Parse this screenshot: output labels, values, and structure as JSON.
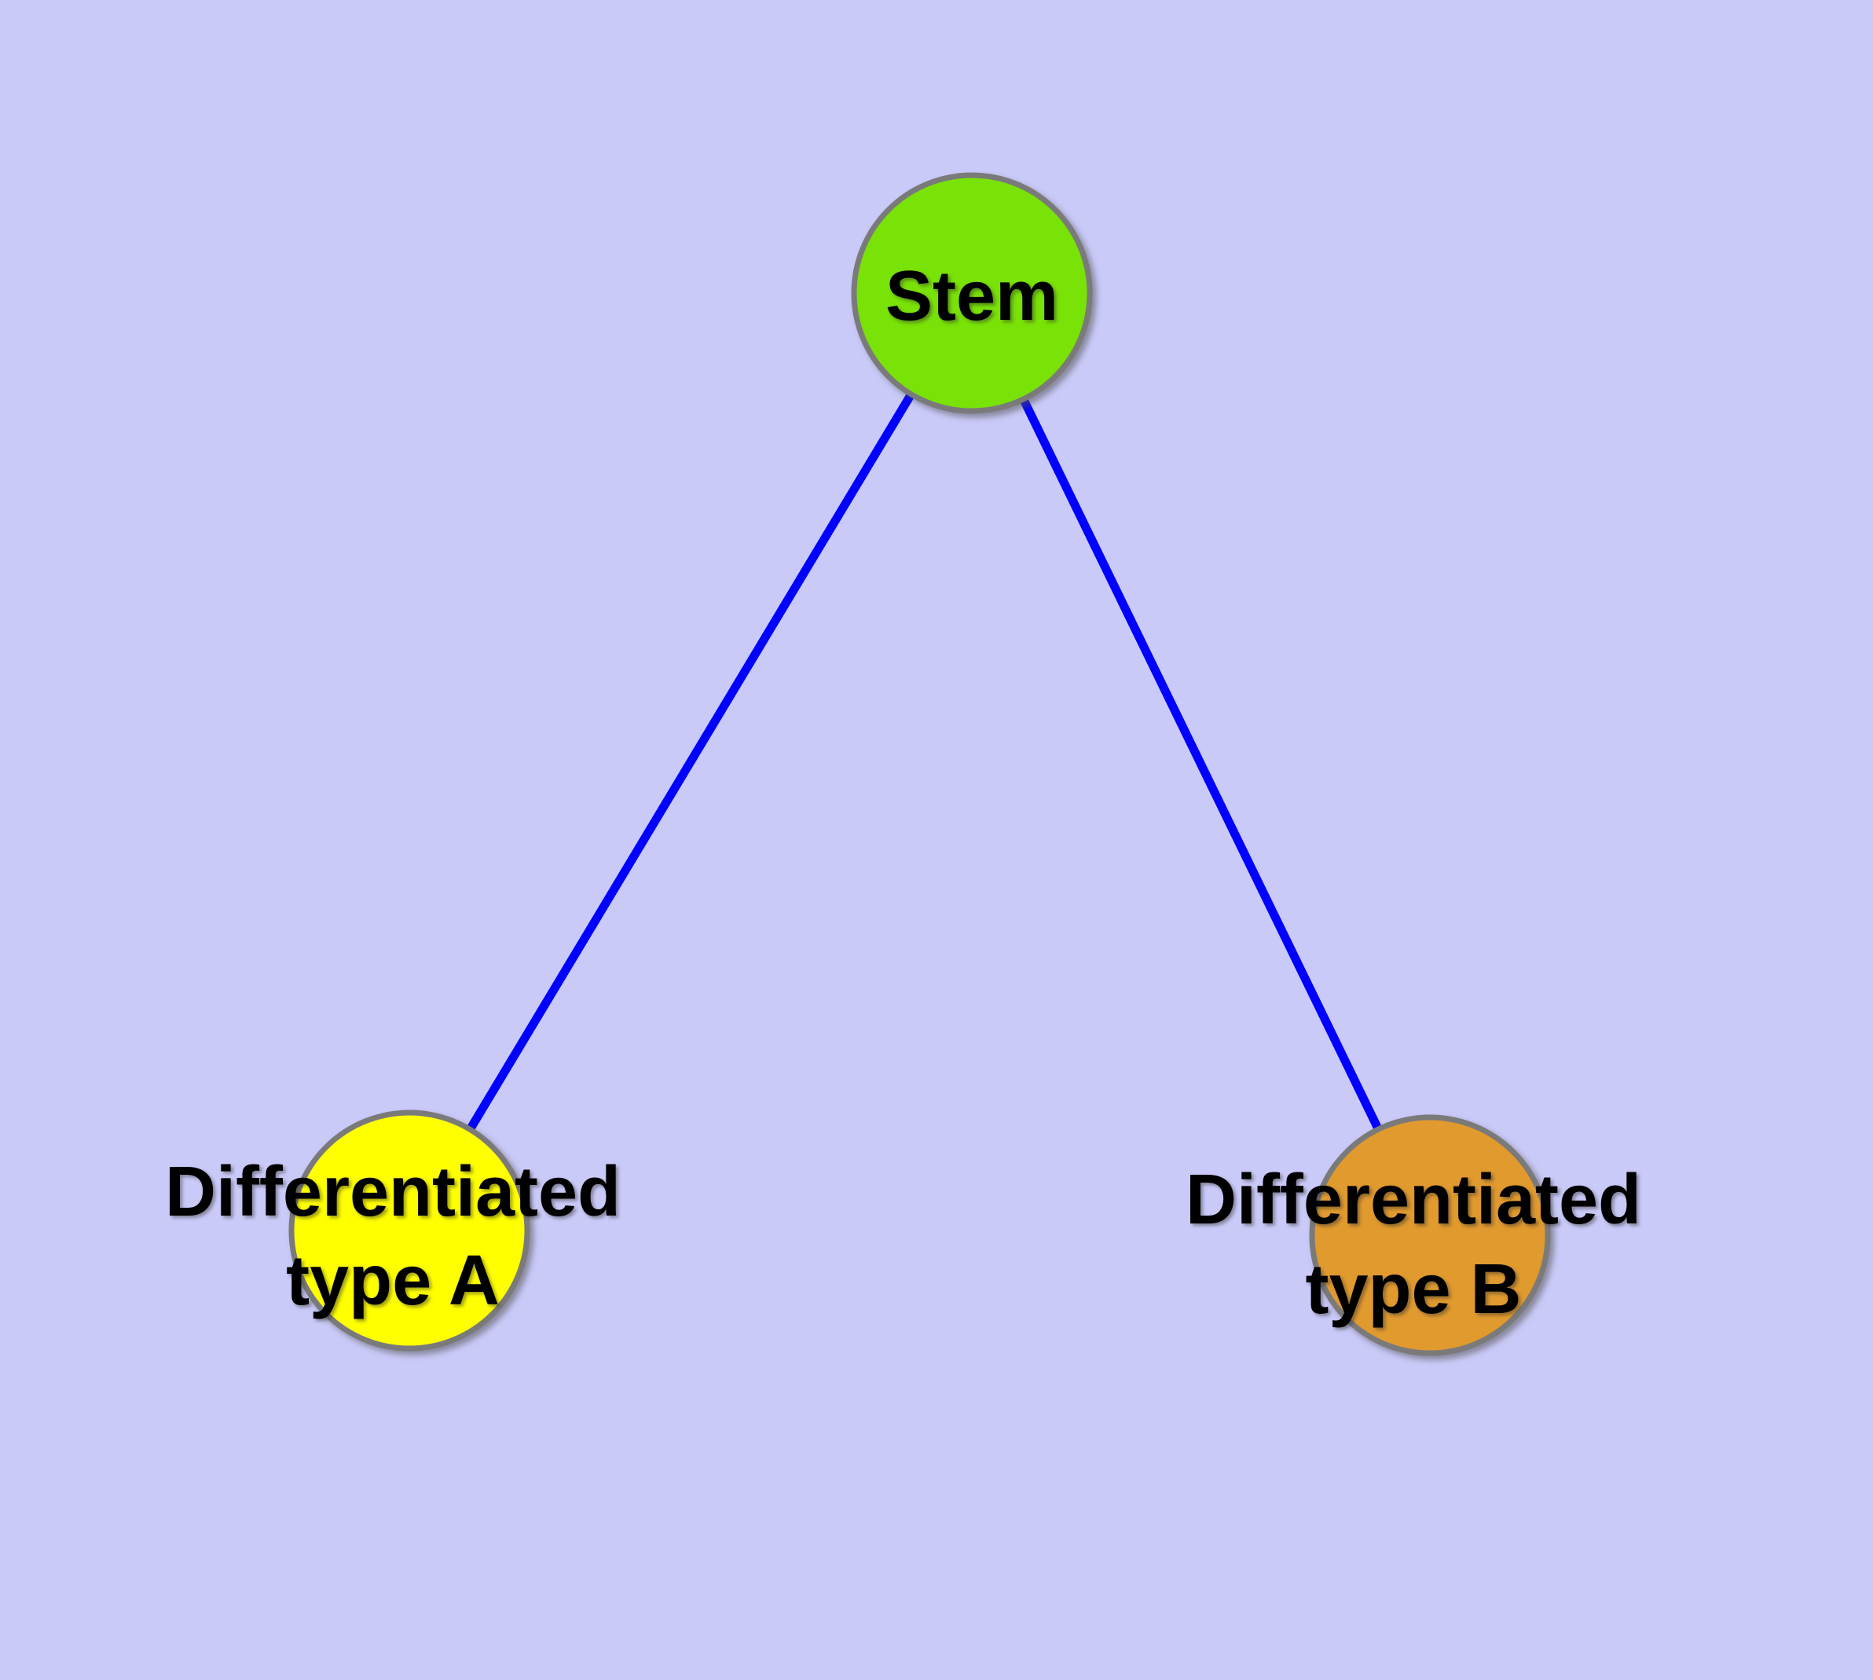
{
  "diagram": {
    "background_color": "#CACAF9",
    "edge_color": "#0000FF",
    "node_border_color": "#7A7A7A",
    "label_color": "#000000",
    "nodes": [
      {
        "id": "stem",
        "label": "Stem",
        "fill_color": "#79E207"
      },
      {
        "id": "differentiated-type-a",
        "label_line1": "Differentiated",
        "label_line2": "type A",
        "fill_color": "#FFFF00"
      },
      {
        "id": "differentiated-type-b",
        "label_line1": "Differentiated",
        "label_line2": "type B",
        "fill_color": "#E19A2E"
      }
    ],
    "edges": [
      {
        "from": "stem",
        "to": "differentiated-type-a"
      },
      {
        "from": "stem",
        "to": "differentiated-type-b"
      }
    ]
  }
}
